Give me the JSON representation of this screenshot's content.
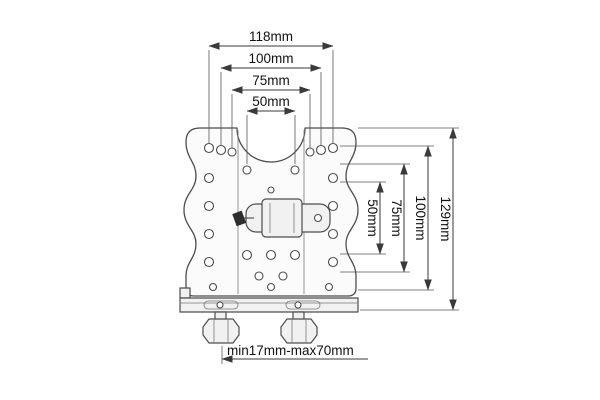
{
  "figure": {
    "type": "technical-drawing",
    "subject": "VESA adapter mounting bracket with clamp, base plate and hex bolts",
    "dims": {
      "top": [
        "118mm",
        "100mm",
        "75mm",
        "50mm"
      ],
      "right": [
        "50mm",
        "75mm",
        "100mm",
        "129mm"
      ],
      "bottom": "min17mm-max70mm"
    },
    "colors": {
      "line": "#4d4d4d",
      "dimension": "#3a3a3a",
      "text": "#111111",
      "background": "#ffffff"
    }
  }
}
